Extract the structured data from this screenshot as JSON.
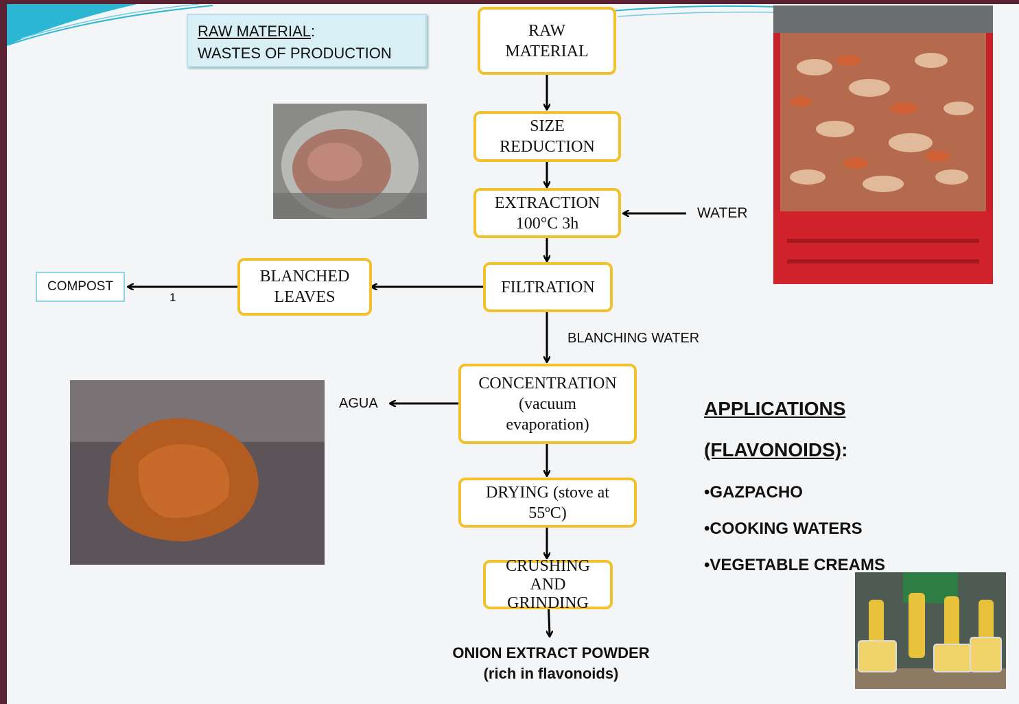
{
  "raw_material_box": {
    "title": "RAW MATERIAL",
    "colon": ":",
    "subtitle": "WASTES OF PRODUCTION"
  },
  "steps": {
    "raw_material": "RAW\nMATERIAL",
    "size_reduction": "SIZE\nREDUCTION",
    "extraction": "EXTRACTION\n100°C 3h",
    "filtration": "FILTRATION",
    "blanched_leaves": "BLANCHED\nLEAVES",
    "concentration": "CONCENTRATION\n(vacuum\nevaporation)",
    "drying": "DRYING (stove at\n55ºC)",
    "crushing": "CRUSHING\nAND\nGRINDING"
  },
  "labels": {
    "water": "WATER",
    "compost": "COMPOST",
    "compost_number": "1",
    "blanching_water": "BLANCHING WATER",
    "agua": "AGUA",
    "product_line1": "ONION EXTRACT POWDER",
    "product_line2": "(rich in flavonoids)"
  },
  "applications": {
    "heading_line1": "APPLICATIONS",
    "heading_line2": "(FLAVONOIDS)",
    "heading_colon": ":",
    "items": [
      "•GAZPACHO",
      "•COOKING WATERS",
      "•VEGETABLE CREAMS"
    ]
  },
  "colors": {
    "box_border": "#f2c12e",
    "frame": "#5a2333",
    "accent": "#1fb6d6"
  }
}
